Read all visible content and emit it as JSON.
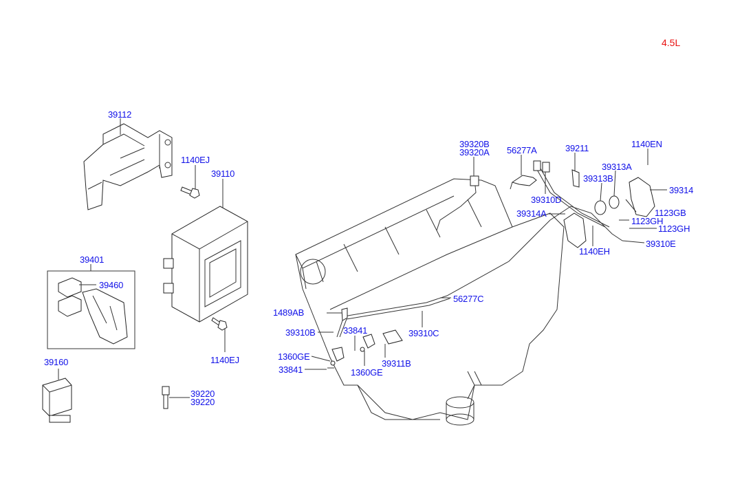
{
  "variant_label": "4.5L",
  "colors": {
    "label": "#1010e8",
    "variant": "#e81010",
    "line": "#333333"
  },
  "parts": {
    "p39112": "39112",
    "p1140EJ_a": "1140EJ",
    "p39110": "39110",
    "p39401": "39401",
    "p39460": "39460",
    "p1140EJ_b": "1140EJ",
    "p39160": "39160",
    "p39220_a": "39220",
    "p39220_b": "39220",
    "p39320B": "39320B",
    "p39320A": "39320A",
    "p56277A": "56277A",
    "p39211": "39211",
    "p1140EN": "1140EN",
    "p39313A": "39313A",
    "p39313B": "39313B",
    "p39314": "39314",
    "p39310D": "39310D",
    "p39314A": "39314A",
    "p1123GB": "1123GB",
    "p1123GH_a": "1123GH",
    "p1123GH_b": "1123GH",
    "p1140EH": "1140EH",
    "p39310E": "39310E",
    "p56277C": "56277C",
    "p1489AB": "1489AB",
    "p39310B": "39310B",
    "p33841_a": "33841",
    "p39310C": "39310C",
    "p1360GE_a": "1360GE",
    "p39311B": "39311B",
    "p33841_b": "33841",
    "p1360GE_b": "1360GE"
  }
}
